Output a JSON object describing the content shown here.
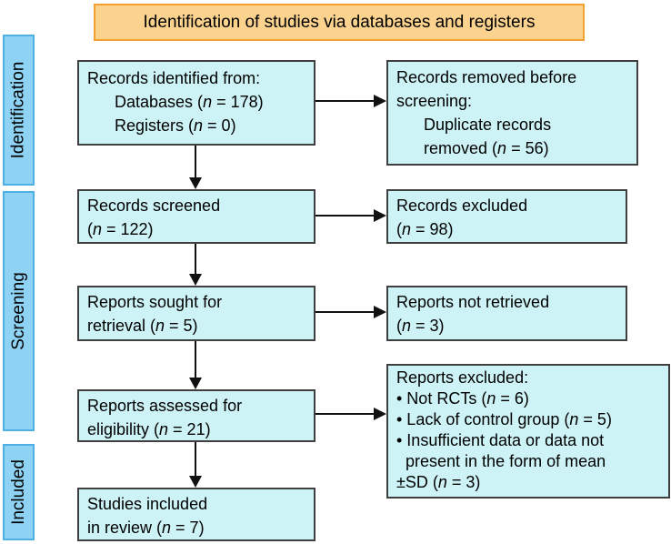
{
  "title": "Identification of studies via databases and registers",
  "stages": [
    {
      "label": "Identification"
    },
    {
      "label": "Screening"
    },
    {
      "label": "Included"
    }
  ],
  "boxes": {
    "records_identified": {
      "lines": [
        [
          {
            "t": "Records identified from:"
          }
        ],
        [
          {
            "t": "      Databases ("
          },
          {
            "t": "n",
            "i": true
          },
          {
            "t": " = 178)"
          }
        ],
        [
          {
            "t": "      Registers ("
          },
          {
            "t": "n",
            "i": true
          },
          {
            "t": " = 0)"
          }
        ]
      ]
    },
    "records_removed": {
      "lines": [
        [
          {
            "t": "Records removed before"
          }
        ],
        [
          {
            "t": "screening:"
          }
        ],
        [
          {
            "t": "      Duplicate records"
          }
        ],
        [
          {
            "t": "      removed ("
          },
          {
            "t": "n",
            "i": true
          },
          {
            "t": " = 56)"
          }
        ]
      ]
    },
    "records_screened": {
      "lines": [
        [
          {
            "t": "Records screened"
          }
        ],
        [
          {
            "t": "("
          },
          {
            "t": "n",
            "i": true
          },
          {
            "t": " = 122)"
          }
        ]
      ]
    },
    "records_excluded": {
      "lines": [
        [
          {
            "t": "Records excluded"
          }
        ],
        [
          {
            "t": "("
          },
          {
            "t": "n",
            "i": true
          },
          {
            "t": " = 98)"
          }
        ]
      ]
    },
    "reports_sought": {
      "lines": [
        [
          {
            "t": "Reports sought for"
          }
        ],
        [
          {
            "t": "retrieval ("
          },
          {
            "t": "n",
            "i": true
          },
          {
            "t": " = 5)"
          }
        ]
      ]
    },
    "reports_not_retrieved": {
      "lines": [
        [
          {
            "t": "Reports not retrieved"
          }
        ],
        [
          {
            "t": "("
          },
          {
            "t": "n",
            "i": true
          },
          {
            "t": " = 3)"
          }
        ]
      ]
    },
    "reports_assessed": {
      "lines": [
        [
          {
            "t": "Reports assessed for"
          }
        ],
        [
          {
            "t": "eligibility ("
          },
          {
            "t": "n",
            "i": true
          },
          {
            "t": " = 21)"
          }
        ]
      ]
    },
    "reports_excluded": {
      "lines": [
        [
          {
            "t": "Reports excluded:"
          }
        ],
        [
          {
            "t": "• Not RCTs ("
          },
          {
            "t": "n",
            "i": true
          },
          {
            "t": " = 6)"
          }
        ],
        [
          {
            "t": "• Lack of control group ("
          },
          {
            "t": "n",
            "i": true
          },
          {
            "t": " = 5)"
          }
        ],
        [
          {
            "t": "• Insufficient data or data not"
          }
        ],
        [
          {
            "t": "  present in the form of mean"
          }
        ],
        [
          {
            "t": "±SD ("
          },
          {
            "t": "n",
            "i": true
          },
          {
            "t": " = 3)"
          }
        ]
      ]
    },
    "studies_included": {
      "lines": [
        [
          {
            "t": "Studies included"
          }
        ],
        [
          {
            "t": "in review ("
          },
          {
            "t": "n",
            "i": true
          },
          {
            "t": " = 7)"
          }
        ]
      ]
    }
  },
  "colors": {
    "title_fill": "#fbd38e",
    "title_border": "#f2a030",
    "stage_fill": "#8ed3f4",
    "stage_border": "#4fb0e5",
    "box_fill": "#cdf3f6",
    "box_border": "#3f3f3f",
    "arrow": "#111111",
    "text": "#000000",
    "bg": "#ffffff"
  }
}
